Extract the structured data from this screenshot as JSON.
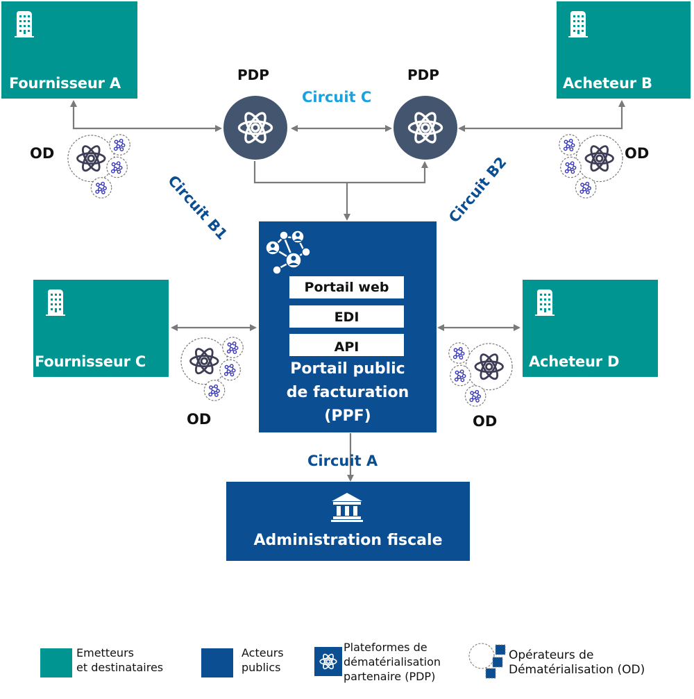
{
  "colors": {
    "teal": "#009590",
    "navy": "#0b4e92",
    "pdp_circle": "#445570",
    "arrow": "#7a7a7a",
    "circuit_dark": "#0b4e92",
    "circuit_light": "#1aa1e0",
    "od_molecule": "#3a3ab8"
  },
  "actors": {
    "fournisseur_a": "Fournisseur A",
    "acheteur_b": "Acheteur B",
    "fournisseur_c": "Fournisseur C",
    "acheteur_d": "Acheteur D"
  },
  "pdp": {
    "left_label": "PDP",
    "right_label": "PDP"
  },
  "od_labels": {
    "top_left": "OD",
    "top_right": "OD",
    "bottom_left": "OD",
    "bottom_right": "OD"
  },
  "circuits": {
    "a": "Circuit A",
    "b1": "Circuit B1",
    "b2": "Circuit B2",
    "c": "Circuit C"
  },
  "ppf": {
    "channels": [
      "Portail web",
      "EDI",
      "API"
    ],
    "title_lines": [
      "Portail public",
      "de facturation",
      "(PPF)"
    ]
  },
  "administration": {
    "label": "Administration fiscale"
  },
  "legend": {
    "emetteurs": [
      "Emetteurs",
      "et destinataires"
    ],
    "acteurs": [
      "Acteurs",
      "publics"
    ],
    "pdp": [
      "Plateformes de",
      "dématérialisation",
      "partenaire (PDP)"
    ],
    "od": [
      "Opérateurs de",
      "Dématérialisation (OD)"
    ]
  },
  "icons": {
    "building": "building-icon",
    "atom": "atom-icon",
    "network": "network-people-icon",
    "bank": "institution-icon",
    "molecule": "molecule-icon"
  }
}
